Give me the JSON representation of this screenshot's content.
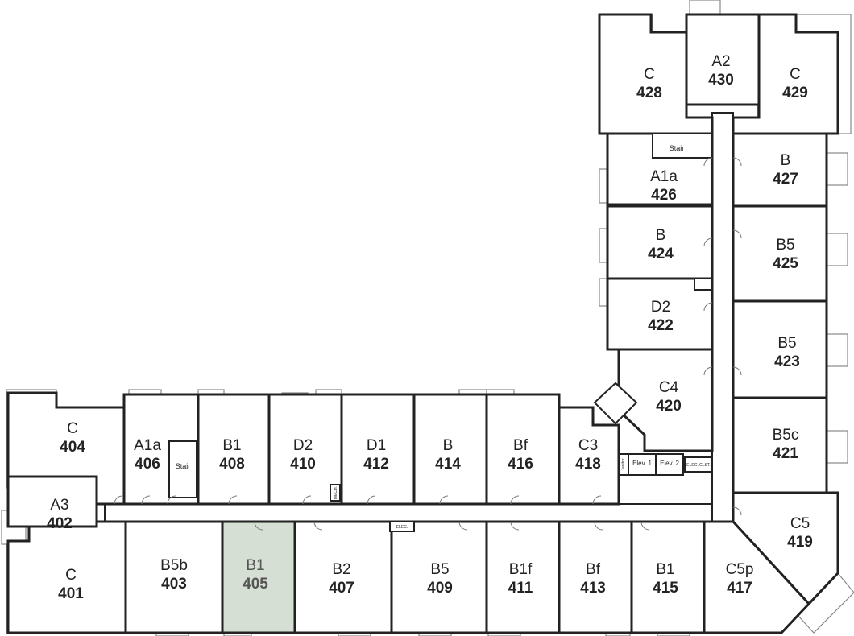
{
  "units": [
    {
      "id": "428",
      "type": "C",
      "num": "428"
    },
    {
      "id": "430",
      "type": "A2",
      "num": "430"
    },
    {
      "id": "429",
      "type": "C",
      "num": "429"
    },
    {
      "id": "426",
      "type": "A1a",
      "num": "426"
    },
    {
      "id": "427",
      "type": "B",
      "num": "427"
    },
    {
      "id": "424",
      "type": "B",
      "num": "424"
    },
    {
      "id": "425",
      "type": "B5",
      "num": "425"
    },
    {
      "id": "422",
      "type": "D2",
      "num": "422"
    },
    {
      "id": "423",
      "type": "B5",
      "num": "423"
    },
    {
      "id": "420",
      "type": "C4",
      "num": "420"
    },
    {
      "id": "421",
      "type": "B5c",
      "num": "421"
    },
    {
      "id": "419",
      "type": "C5",
      "num": "419"
    },
    {
      "id": "417",
      "type": "C5p",
      "num": "417"
    },
    {
      "id": "415",
      "type": "B1",
      "num": "415"
    },
    {
      "id": "413",
      "type": "Bf",
      "num": "413"
    },
    {
      "id": "411",
      "type": "B1f",
      "num": "411"
    },
    {
      "id": "409",
      "type": "B5",
      "num": "409"
    },
    {
      "id": "407",
      "type": "B2",
      "num": "407"
    },
    {
      "id": "405",
      "type": "B1",
      "num": "405",
      "highlighted": true
    },
    {
      "id": "403",
      "type": "B5b",
      "num": "403"
    },
    {
      "id": "401",
      "type": "C",
      "num": "401"
    },
    {
      "id": "402",
      "type": "A3",
      "num": "402"
    },
    {
      "id": "404",
      "type": "C",
      "num": "404"
    },
    {
      "id": "406",
      "type": "A1a",
      "num": "406"
    },
    {
      "id": "408",
      "type": "B1",
      "num": "408"
    },
    {
      "id": "410",
      "type": "D2",
      "num": "410"
    },
    {
      "id": "412",
      "type": "D1",
      "num": "412"
    },
    {
      "id": "414",
      "type": "B",
      "num": "414"
    },
    {
      "id": "416",
      "type": "Bf",
      "num": "416"
    },
    {
      "id": "418",
      "type": "C3",
      "num": "418"
    }
  ],
  "labels": {
    "stair_top": "Stair",
    "stair_left": "Stair",
    "elev1": "Elev. 1",
    "elev2": "Elev. 2",
    "elec_closet": "ELEC. CLST.",
    "elec": "ELEC.",
    "mech": "MECH.",
    "janitor": "Janitor"
  },
  "colors": {
    "highlight": "#d5dfd3",
    "wall": "#222222"
  }
}
